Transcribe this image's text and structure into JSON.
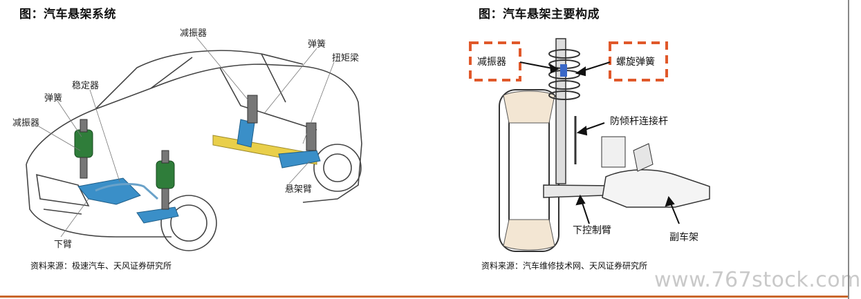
{
  "left": {
    "title": "图：汽车悬架系统",
    "labels": {
      "shock_top": "减振器",
      "spring_top": "弹簧",
      "torsion_beam": "扭矩梁",
      "stabilizer": "稳定器",
      "spring_left": "弹簧",
      "shock_left": "减振器",
      "control_arm": "悬架臂",
      "lower_arm": "下臂"
    },
    "source": "资料来源：极速汽车、天风证券研究所"
  },
  "right": {
    "title": "图：汽车悬架主要构成",
    "labels": {
      "shock": "减振器",
      "coil_spring": "螺旋弹簧",
      "antiroll_link": "防倾杆连接杆",
      "lower_control_arm": "下控制臂",
      "subframe": "副车架"
    },
    "source": "资料来源：汽车维修技术网、天风证券研究所"
  },
  "watermark": "www.767stock.com",
  "colors": {
    "accent": "#c9662b",
    "highlight_box": "#e0582a",
    "spring_green": "#2f7d3a",
    "arm_blue": "#3a8fc8",
    "beam_yellow": "#e9cf4a"
  }
}
